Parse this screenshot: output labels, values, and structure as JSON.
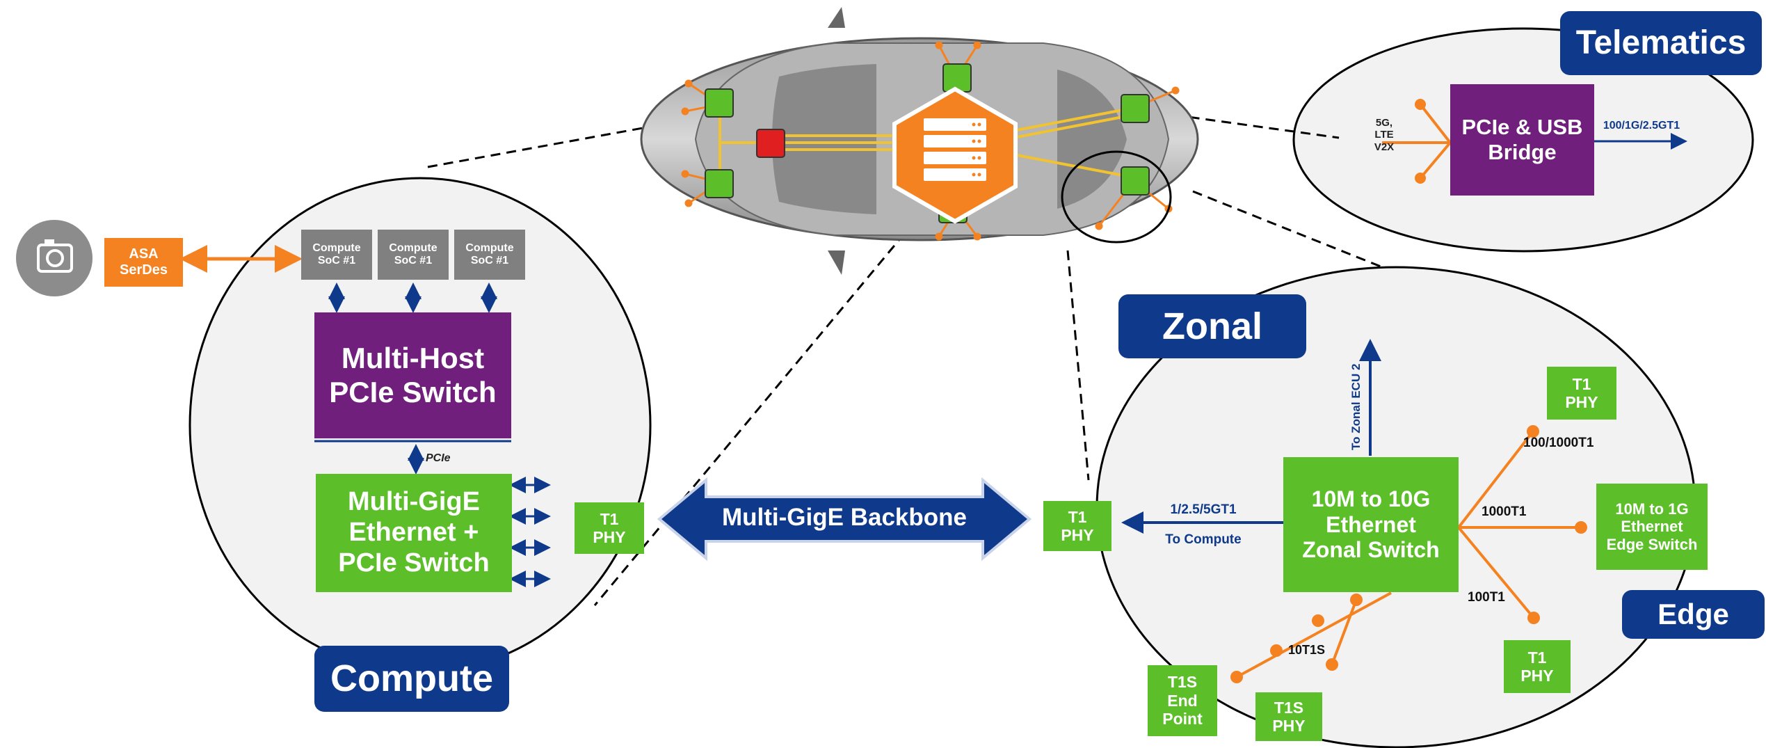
{
  "sections": {
    "telematics": "Telematics",
    "zonal": "Zonal",
    "edge": "Edge",
    "compute": "Compute"
  },
  "telematics": {
    "bridge": "PCIe & USB\nBridge",
    "inputs": "5G,\nLTE\nV2X",
    "output": "100/1G/2.5GT1"
  },
  "compute": {
    "asa": "ASA\nSerDes",
    "socs": [
      "Compute\nSoC #1",
      "Compute\nSoC #1",
      "Compute\nSoC #1"
    ],
    "pcie_switch": "Multi-Host\nPCIe Switch",
    "pcie_label": "PCIe",
    "eth_switch": "Multi-GigE\nEthernet +\nPCIe Switch",
    "phy": "T1\nPHY"
  },
  "backbone": {
    "label": "Multi-GigE Backbone"
  },
  "zonal": {
    "phy_left": "T1\nPHY",
    "uplink_speed": "1/2.5/5GT1",
    "to_compute": "To Compute",
    "to_zonal_ecu": "To Zonal ECU 2",
    "switch": "10M to 10G\nEthernet\nZonal Switch",
    "phy_top": "T1\nPHY",
    "speed_top": "100/1000T1",
    "speed_mid": "1000T1",
    "edge_switch": "10M to 1G\nEthernet\nEdge Switch",
    "speed_low": "100T1",
    "phy_bottom": "T1\nPHY",
    "t1s_bus": "10T1S",
    "t1s_end": "T1S\nEnd\nPoint",
    "t1s_phy": "T1S\nPHY"
  },
  "colors": {
    "green": "#5cbf2a",
    "purple": "#70207c",
    "orange": "#f58220",
    "navy": "#0f3a8c",
    "gray": "#808080",
    "circle_fill": "#f2f2f2"
  },
  "icons": [
    "camera-icon",
    "server-icon",
    "car-illustration"
  ]
}
